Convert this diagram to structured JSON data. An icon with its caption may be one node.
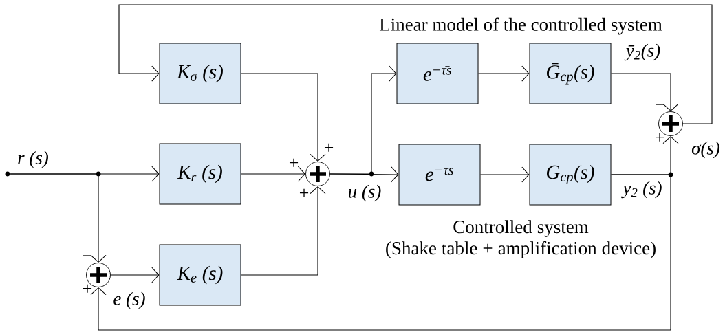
{
  "diagram": {
    "nodes": [
      {
        "text": [],
        "shape": "circle"
      },
      {
        "text": [
          "K$_{σ}$ (s)"
        ]
      },
      {
        "text": [
          "K$_{r}$ (s)"
        ]
      },
      {
        "text": [
          "K$_{e}$ (s)"
        ]
      },
      {
        "text": [],
        "shape": "circle"
      },
      {
        "text": [],
        "shape": "circle"
      },
      {
        "text": [
          "e$^{−τ̄s}$"
        ]
      },
      {
        "text": [
          "Ḡ$_{cp}$(s)"
        ]
      },
      {
        "text": [
          "e$^{−τs}$"
        ]
      },
      {
        "text": [
          "G$_{cp}$(s)"
        ]
      },
      {
        "text": [],
        "shape": "circle"
      }
    ],
    "edges": [
      {
        "from": 0,
        "to": 2,
        "arrow": "to",
        "label": "r (s)"
      },
      {
        "from": 0,
        "to": 5,
        "arrow": "to"
      },
      {
        "from": 1,
        "to": 4,
        "arrow": "to"
      },
      {
        "from": 2,
        "to": 4,
        "arrow": "to"
      },
      {
        "from": 3,
        "to": 4,
        "arrow": "to"
      },
      {
        "from": 5,
        "to": 3,
        "arrow": "to",
        "label": "e (s)"
      },
      {
        "from": 4,
        "to": 6,
        "arrow": "to"
      },
      {
        "from": 4,
        "to": 8,
        "arrow": "to",
        "label": "u (s)"
      },
      {
        "from": 6,
        "to": 7,
        "arrow": "to"
      },
      {
        "from": 8,
        "to": 9,
        "arrow": "to"
      },
      {
        "from": 7,
        "to": 10,
        "arrow": "to",
        "label": "ȳ$_{2}$(s)"
      },
      {
        "from": 9,
        "to": 10,
        "arrow": "to",
        "label": "y$_{2}$ (s)"
      },
      {
        "from": 9,
        "to": 5,
        "arrow": "to"
      },
      {
        "from": 10,
        "to": 1,
        "arrow": "to",
        "label": "σ(s)"
      }
    ],
    "labels": [
      "Linear model of the controlled system",
      "−",
      "+",
      "+",
      "+",
      "+",
      "Controlled system (Shake table + amplification device)",
      "−",
      "+"
    ]
  }
}
